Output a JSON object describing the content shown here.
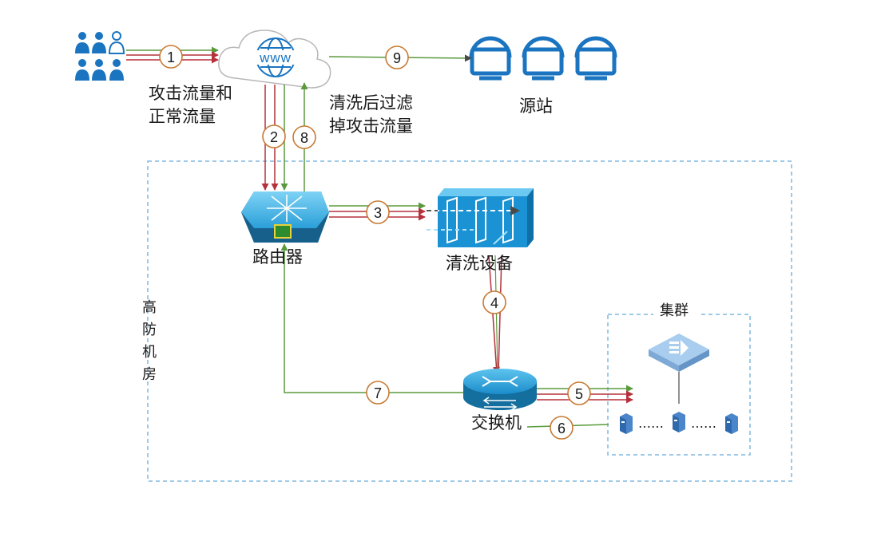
{
  "labels": {
    "attack_traffic_line1": "攻击流量和",
    "attack_traffic_line2": "正常流量",
    "clean_traffic_line1": "清洗后过滤",
    "clean_traffic_line2": "掉攻击流量",
    "origin": "源站",
    "router": "路由器",
    "scrubber": "清洗设备",
    "switch": "交换机",
    "cluster": "集群",
    "datacenter": "高防机房",
    "www": "www",
    "dots": "……"
  },
  "steps": [
    "1",
    "2",
    "3",
    "4",
    "5",
    "6",
    "7",
    "8",
    "9"
  ],
  "colors": {
    "attack": "#b5303b",
    "normal": "#5a9a3c",
    "brand_blue": "#1a74c0",
    "zone_border": "#7fb8e0",
    "step_circle": "#c87933"
  }
}
